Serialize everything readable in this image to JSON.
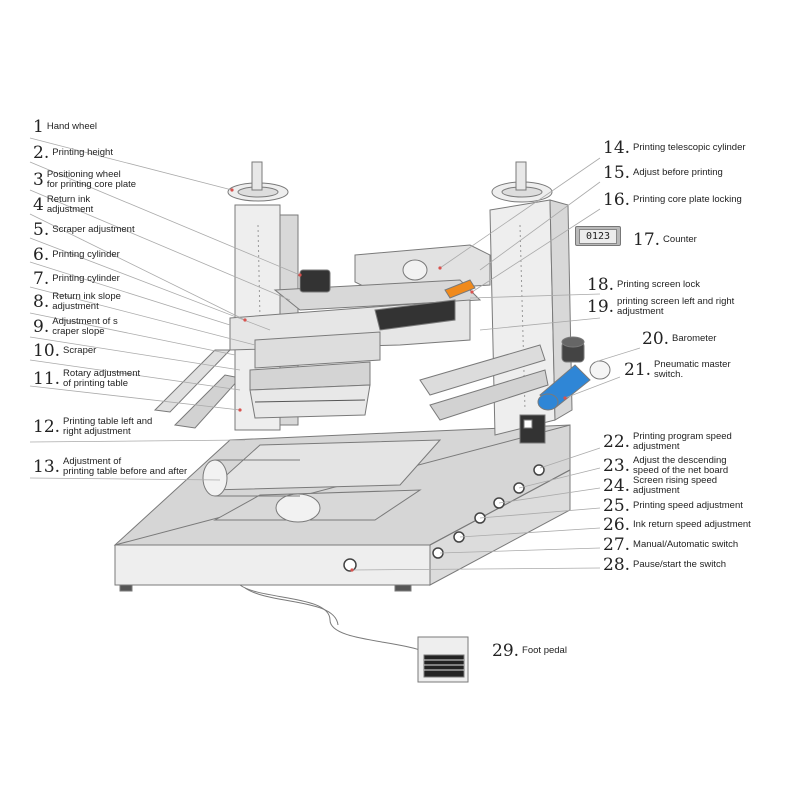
{
  "callouts": {
    "c1": {
      "num": "1",
      "text": "Hand wheel"
    },
    "c2": {
      "num": "2.",
      "text": "Printing height"
    },
    "c3": {
      "num": "3",
      "text": "Positioning wheel\nfor printing core plate"
    },
    "c4": {
      "num": "4",
      "text": "Return ink\nadjustment"
    },
    "c5": {
      "num": "5.",
      "text": "Scraper adjustment"
    },
    "c6": {
      "num": "6.",
      "text": "Printing cylinder"
    },
    "c7": {
      "num": "7.",
      "text": "Printing cylinder"
    },
    "c8": {
      "num": "8.",
      "text": "Return ink slope\nadjustment"
    },
    "c9": {
      "num": "9.",
      "text": "Adjustment of s\ncraper slope"
    },
    "c10": {
      "num": "10.",
      "text": "Scraper"
    },
    "c11": {
      "num": "11.",
      "text": "Rotary adjustment\nof printing table"
    },
    "c12": {
      "num": "12.",
      "text": "Printing table left and\nright adjustment"
    },
    "c13": {
      "num": "13.",
      "text": "Adjustment of\nprinting table before and after"
    },
    "c14": {
      "num": "14.",
      "text": "Printing telescopic cylinder"
    },
    "c15": {
      "num": "15.",
      "text": "Adjust before printing"
    },
    "c16": {
      "num": "16.",
      "text": "Printing core plate locking"
    },
    "c17": {
      "num": "17.",
      "text": "Counter"
    },
    "c18": {
      "num": "18.",
      "text": "Printing screen lock"
    },
    "c19": {
      "num": "19.",
      "text": "printing screen left and right\nadjustment"
    },
    "c20": {
      "num": "20.",
      "text": "Barometer"
    },
    "c21": {
      "num": "21.",
      "text": "Pneumatic master\nswitch."
    },
    "c22": {
      "num": "22.",
      "text": "Printing program speed\nadjustment"
    },
    "c23": {
      "num": "23.",
      "text": "Adjust the descending\nspeed of the net board"
    },
    "c24": {
      "num": "24.",
      "text": "Screen rising speed\nadjustment"
    },
    "c25": {
      "num": "25.",
      "text": "Printing speed adjustment"
    },
    "c26": {
      "num": "26.",
      "text": "Ink return speed adjustment"
    },
    "c27": {
      "num": "27.",
      "text": "Manual/Automatic switch"
    },
    "c28": {
      "num": "28.",
      "text": "Pause/start the switch"
    },
    "c29": {
      "num": "29.",
      "text": "Foot pedal"
    }
  },
  "counter_display": "0123",
  "colors": {
    "outline": "#7a7a7a",
    "body": "#e6e6e6",
    "accent_orange": "#f08a1c",
    "accent_blue": "#2f86d6",
    "leader": "#aaaaaa",
    "leader_dot": "#d9534f"
  }
}
